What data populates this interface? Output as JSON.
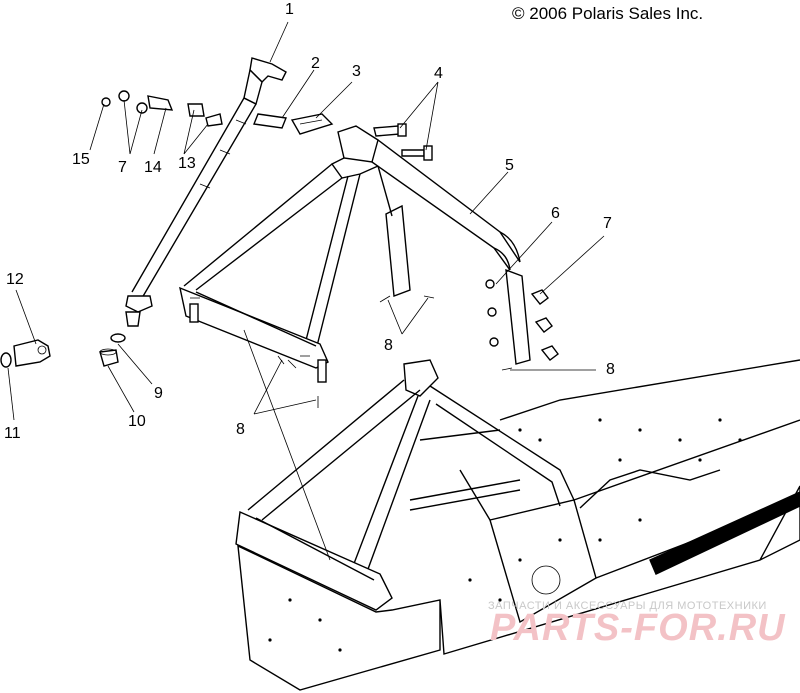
{
  "copyright": "© 2006 Polaris Sales Inc.",
  "callouts": {
    "c1": "1",
    "c2": "2",
    "c3": "3",
    "c4": "4",
    "c5": "5",
    "c6": "6",
    "c7a": "7",
    "c7b": "7",
    "c8a": "8",
    "c8b": "8",
    "c8c": "8",
    "c9": "9",
    "c10": "10",
    "c11": "11",
    "c12": "12",
    "c13": "13",
    "c14": "14",
    "c15": "15"
  },
  "watermark": {
    "tagline": "ЗАПЧАСТИ И АКСЕССУАРЫ ДЛЯ МОТОТЕХНИКИ",
    "logo": "PARTS-FOR.RU"
  }
}
